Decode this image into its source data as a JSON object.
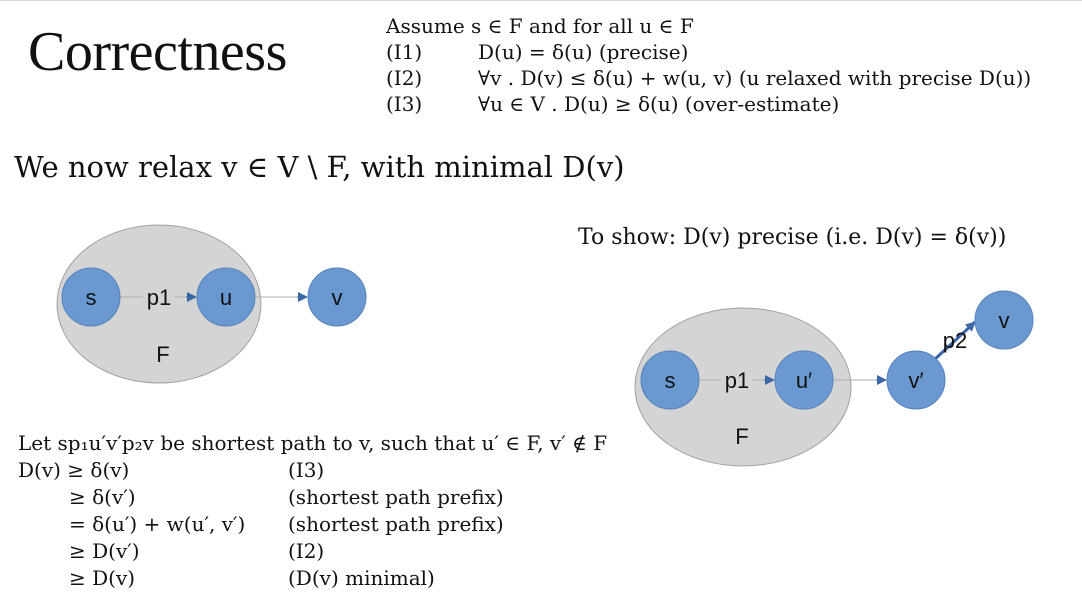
{
  "title": "Correctness",
  "assume": {
    "intro": "Assume s ∈ F and for all u ∈ F",
    "invariants": [
      {
        "tag": "(I1)",
        "text": "D(u) = δ(u) (precise)"
      },
      {
        "tag": "(I2)",
        "text": "∀v . D(v) ≤ δ(u) + w(u, v) (u relaxed with precise D(u))"
      },
      {
        "tag": "(I3)",
        "text": "∀u ∈ V . D(u) ≥ δ(u) (over-estimate)"
      }
    ]
  },
  "relax_text": "We now relax v ∈ V \\ F, with minimal D(v)",
  "to_show": "To show: D(v) precise (i.e. D(v) = δ(v))",
  "diagram_left": {
    "set_label": "F",
    "nodes": [
      "s",
      "u",
      "v"
    ],
    "edge_label": "p1"
  },
  "diagram_right": {
    "set_label": "F",
    "nodes": [
      "s",
      "u′",
      "v′",
      "v"
    ],
    "edge_labels": [
      "p1",
      "p2"
    ]
  },
  "proof": {
    "intro": "Let sp₁u′v′p₂v be shortest path to v, such that u′ ∈ F, v′ ∉ F",
    "steps": [
      {
        "lhs": "D(v) ≥ δ(v)",
        "reason": "(I3)"
      },
      {
        "lhs": "≥ δ(v′)",
        "reason": "(shortest path prefix)"
      },
      {
        "lhs": "= δ(u′) + w(u′, v′)",
        "reason": "(shortest path prefix)"
      },
      {
        "lhs": "≥ D(v′)",
        "reason": "(I2)"
      },
      {
        "lhs": "≥ D(v)",
        "reason": "(D(v) minimal)"
      }
    ]
  },
  "colors": {
    "node": "#6a98d0",
    "node_stroke": "#4f7fb8",
    "set_fill": "#d4d4d4",
    "set_stroke": "#9e9e9e",
    "arrow": "#3a67a6"
  }
}
